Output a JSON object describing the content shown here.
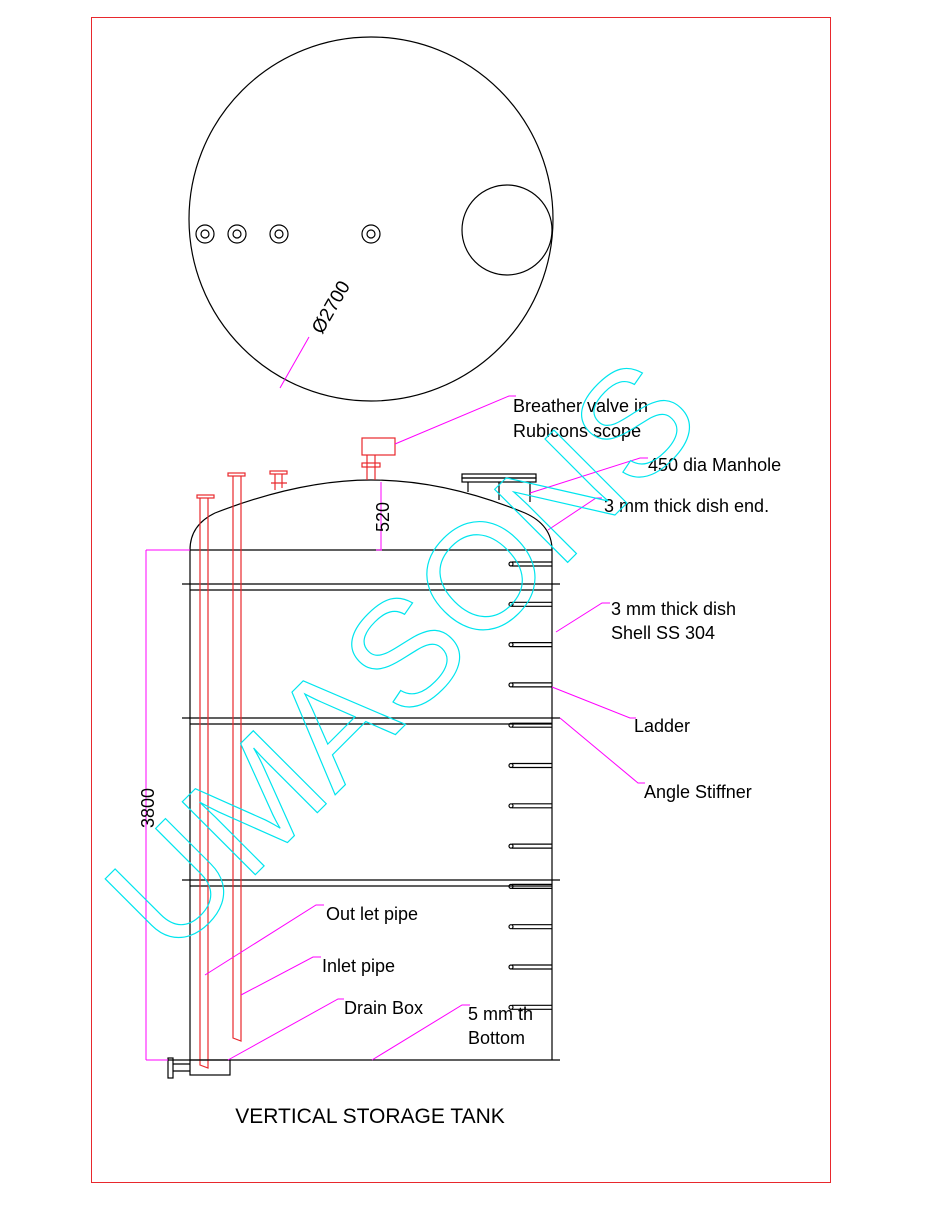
{
  "title": "VERTICAL STORAGE TANK",
  "watermark": "UMASONS",
  "dimensions": {
    "diameter": "Ø2700",
    "height": "3800",
    "dish_height": "520"
  },
  "labels": {
    "breather_1": "Breather valve in",
    "breather_2": "Rubicons scope",
    "manhole": "450 dia Manhole",
    "dish_end": "3 mm thick dish end.",
    "shell_1": "3 mm thick dish",
    "shell_2": "Shell SS 304",
    "ladder": "Ladder",
    "stiffener": "Angle Stiffner",
    "outlet": "Out let pipe",
    "inlet": "Inlet pipe",
    "drain": "Drain Box",
    "bottom_1": "5 mm th",
    "bottom_2": "Bottom"
  },
  "colors": {
    "border": "#e8282d",
    "leader": "#ff00ff",
    "pipe": "#e8282d",
    "watermark": "#00e5ee"
  }
}
